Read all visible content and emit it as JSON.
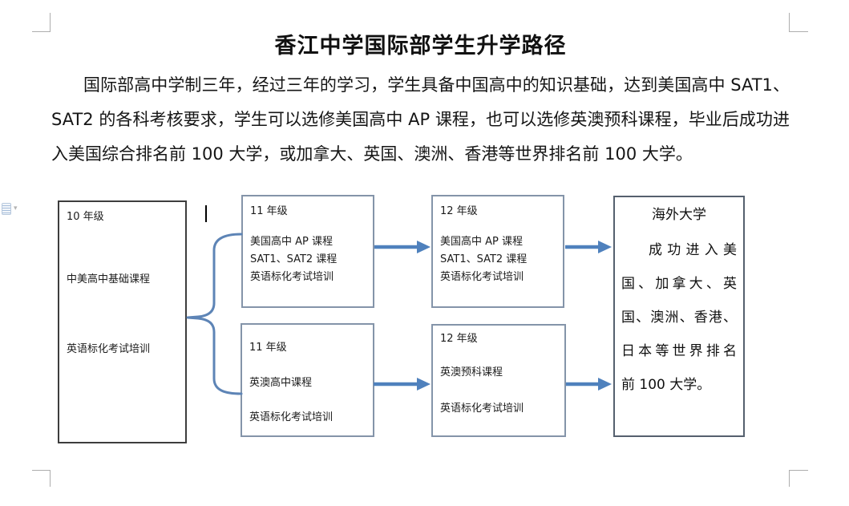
{
  "doc": {
    "title": "香江中学国际部学生升学路径",
    "paragraph": {
      "lines": [
        "国际部高中学制三年，经过三年的学习，学生具备中国高中的知识基础，达到美国高中 SAT1、",
        "SAT2 的各科考核要求，学生可以选修美国高中 AP 课程，也可以选修英澳预科课程，毕业后成功进",
        "入美国综合排名前 100 大学，或加拿大、英国、澳洲、香港等世界排名前 100 大学。"
      ]
    }
  },
  "flowchart": {
    "grade10": {
      "heading": "10 年级",
      "lines": [
        "中美高中基础课程",
        "英语标化考试培训"
      ]
    },
    "grade11_us": {
      "heading": "11 年级",
      "lines": [
        "美国高中 AP 课程",
        "SAT1、SAT2 课程",
        "英语标化考试培训"
      ]
    },
    "grade11_uk": {
      "heading": "11 年级",
      "lines": [
        "英澳高中课程",
        "英语标化考试培训"
      ]
    },
    "grade12_us": {
      "heading": "12 年级",
      "lines": [
        "美国高中 AP 课程",
        "SAT1、SAT2 课程",
        "英语标化考试培训"
      ]
    },
    "grade12_uk": {
      "heading": "12 年级",
      "lines": [
        "英澳预科课程",
        "英语标化考试培训"
      ]
    },
    "university": {
      "heading": "海外大学",
      "lines": [
        "成功进入美",
        "国、加拿大、英",
        "国、澳洲、香港、",
        "日本等世界排名",
        "前 100 大学。"
      ]
    },
    "colors": {
      "arrow_blue": "#4f81bd",
      "brace_blue": "#5d84b6",
      "box_border_light": "#8494a9",
      "box_border_dark": "#3d3d3d",
      "university_border": "#55606e"
    }
  },
  "editor": {
    "paste_options_icon": "paste-options-icon",
    "paste_chevron": "▾"
  }
}
